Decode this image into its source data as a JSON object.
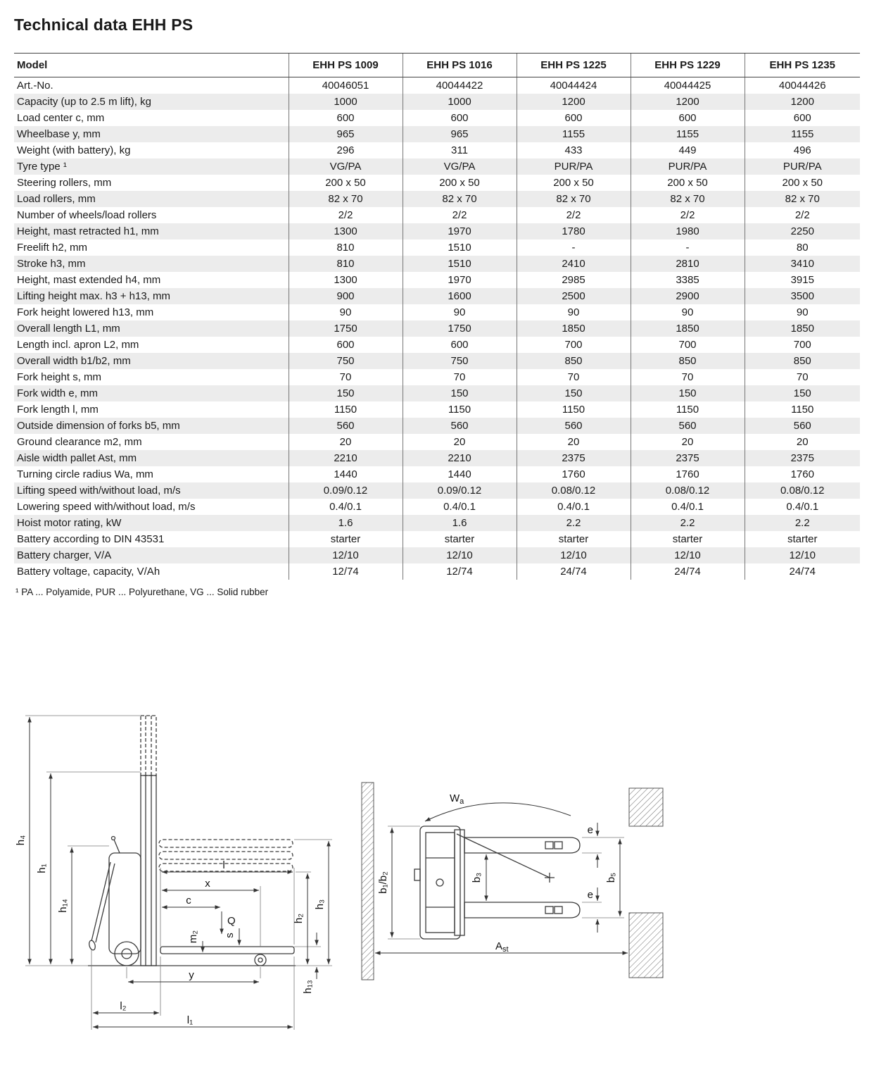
{
  "page": {
    "title": "Technical data EHH PS"
  },
  "table": {
    "header": [
      "Model",
      "EHH PS 1009",
      "EHH PS 1016",
      "EHH PS 1225",
      "EHH PS 1229",
      "EHH PS 1235"
    ],
    "rows": [
      {
        "label": "Art.-No.",
        "values": [
          "40046051",
          "40044422",
          "40044424",
          "40044425",
          "40044426"
        ]
      },
      {
        "label": "Capacity (up to 2.5 m lift), kg",
        "values": [
          "1000",
          "1000",
          "1200",
          "1200",
          "1200"
        ]
      },
      {
        "label": "Load center c, mm",
        "values": [
          "600",
          "600",
          "600",
          "600",
          "600"
        ]
      },
      {
        "label": "Wheelbase y, mm",
        "values": [
          "965",
          "965",
          "1155",
          "1155",
          "1155"
        ]
      },
      {
        "label": "Weight (with battery), kg",
        "values": [
          "296",
          "311",
          "433",
          "449",
          "496"
        ]
      },
      {
        "label": "Tyre type ¹",
        "values": [
          "VG/PA",
          "VG/PA",
          "PUR/PA",
          "PUR/PA",
          "PUR/PA"
        ]
      },
      {
        "label": "Steering rollers, mm",
        "values": [
          "200 x 50",
          "200 x 50",
          "200 x 50",
          "200 x 50",
          "200 x 50"
        ]
      },
      {
        "label": "Load rollers, mm",
        "values": [
          "82 x 70",
          "82 x 70",
          "82 x 70",
          "82 x 70",
          "82 x 70"
        ]
      },
      {
        "label": "Number of wheels/load rollers",
        "values": [
          "2/2",
          "2/2",
          "2/2",
          "2/2",
          "2/2"
        ]
      },
      {
        "label": "Height, mast retracted h1, mm",
        "values": [
          "1300",
          "1970",
          "1780",
          "1980",
          "2250"
        ]
      },
      {
        "label": "Freelift h2, mm",
        "values": [
          "810",
          "1510",
          "-",
          "-",
          "80"
        ]
      },
      {
        "label": "Stroke h3, mm",
        "values": [
          "810",
          "1510",
          "2410",
          "2810",
          "3410"
        ]
      },
      {
        "label": "Height, mast extended h4, mm",
        "values": [
          "1300",
          "1970",
          "2985",
          "3385",
          "3915"
        ]
      },
      {
        "label": "Lifting height max. h3 + h13, mm",
        "values": [
          "900",
          "1600",
          "2500",
          "2900",
          "3500"
        ]
      },
      {
        "label": "Fork height lowered h13, mm",
        "values": [
          "90",
          "90",
          "90",
          "90",
          "90"
        ]
      },
      {
        "label": "Overall length L1, mm",
        "values": [
          "1750",
          "1750",
          "1850",
          "1850",
          "1850"
        ]
      },
      {
        "label": "Length incl. apron L2, mm",
        "values": [
          "600",
          "600",
          "700",
          "700",
          "700"
        ]
      },
      {
        "label": "Overall width b1/b2, mm",
        "values": [
          "750",
          "750",
          "850",
          "850",
          "850"
        ]
      },
      {
        "label": "Fork height s, mm",
        "values": [
          "70",
          "70",
          "70",
          "70",
          "70"
        ]
      },
      {
        "label": "Fork width e, mm",
        "values": [
          "150",
          "150",
          "150",
          "150",
          "150"
        ]
      },
      {
        "label": "Fork length l, mm",
        "values": [
          "1150",
          "1150",
          "1150",
          "1150",
          "1150"
        ]
      },
      {
        "label": "Outside dimension of forks b5, mm",
        "values": [
          "560",
          "560",
          "560",
          "560",
          "560"
        ]
      },
      {
        "label": "Ground clearance m2, mm",
        "values": [
          "20",
          "20",
          "20",
          "20",
          "20"
        ]
      },
      {
        "label": "Aisle width pallet Ast, mm",
        "values": [
          "2210",
          "2210",
          "2375",
          "2375",
          "2375"
        ]
      },
      {
        "label": "Turning circle radius Wa, mm",
        "values": [
          "1440",
          "1440",
          "1760",
          "1760",
          "1760"
        ]
      },
      {
        "label": "Lifting speed with/without load, m/s",
        "values": [
          "0.09/0.12",
          "0.09/0.12",
          "0.08/0.12",
          "0.08/0.12",
          "0.08/0.12"
        ]
      },
      {
        "label": "Lowering speed with/without load, m/s",
        "values": [
          "0.4/0.1",
          "0.4/0.1",
          "0.4/0.1",
          "0.4/0.1",
          "0.4/0.1"
        ]
      },
      {
        "label": "Hoist motor rating, kW",
        "values": [
          "1.6",
          "1.6",
          "2.2",
          "2.2",
          "2.2"
        ]
      },
      {
        "label": "Battery according to DIN 43531",
        "values": [
          "starter",
          "starter",
          "starter",
          "starter",
          "starter"
        ]
      },
      {
        "label": "Battery charger, V/A",
        "values": [
          "12/10",
          "12/10",
          "12/10",
          "12/10",
          "12/10"
        ]
      },
      {
        "label": "Battery voltage, capacity, V/Ah",
        "values": [
          "12/74",
          "12/74",
          "24/74",
          "24/74",
          "24/74"
        ]
      }
    ]
  },
  "footnote": "¹ PA ... Polyamide, PUR ... Polyurethane, VG ... Solid rubber",
  "diagrams": {
    "side_view": {
      "h4": "h₄",
      "h1": "h₁",
      "h14": "h₁₄",
      "l": "l",
      "x": "x",
      "c": "c",
      "q": "Q",
      "s": "s",
      "m2": "m₂",
      "h2": "h₂",
      "h3": "h₃",
      "h13": "h₁₃",
      "y": "y",
      "l2": "l₂",
      "l1": "l₁"
    },
    "top_view": {
      "wa": {
        "main": "W",
        "sub": "a"
      },
      "b1b2": "b₁/b₂",
      "b3": "b₃",
      "b5": "b₅",
      "e_top": "e",
      "e_bottom": "e",
      "ast": {
        "main": "A",
        "sub": "st"
      }
    }
  }
}
